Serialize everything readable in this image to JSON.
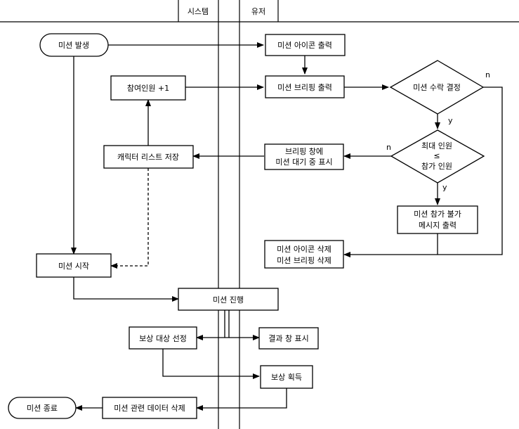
{
  "lanes": {
    "system": "시스템",
    "user": "유저"
  },
  "nodes": {
    "mission_occur": "미션 발생",
    "participant_plus": "참여인원 +1",
    "char_list_save": "캐릭터 리스트 저장",
    "mission_start": "미션 시작",
    "mission_icon_out": "미션 아이콘 출력",
    "briefing_out": "미션 브리핑 출력",
    "accept_decision": "미션 수락 결정",
    "max_vs_join": {
      "line1": "최대 인원",
      "line2": "≤",
      "line3": "참가 인원"
    },
    "wait_display": {
      "line1": "브리핑 창에",
      "line2": "미션 대기 중 표시"
    },
    "no_join_msg": {
      "line1": "미션 참가 불가",
      "line2": "메시지 출력"
    },
    "delete_icon_briefing": {
      "line1": "미션 아이콘 삭제",
      "line2": "미션 브리핑 삭제"
    },
    "mission_progress": "미션 진행",
    "reward_target": "보상 대상 선정",
    "result_window": "결과 창 표시",
    "reward_get": "보상 획득",
    "delete_data": "미션 관련 데이터 삭제",
    "mission_end": "미션 종료"
  },
  "edge_labels": {
    "accept_yes": "y",
    "accept_no": "n",
    "max_no": "n",
    "max_yes": "y"
  }
}
